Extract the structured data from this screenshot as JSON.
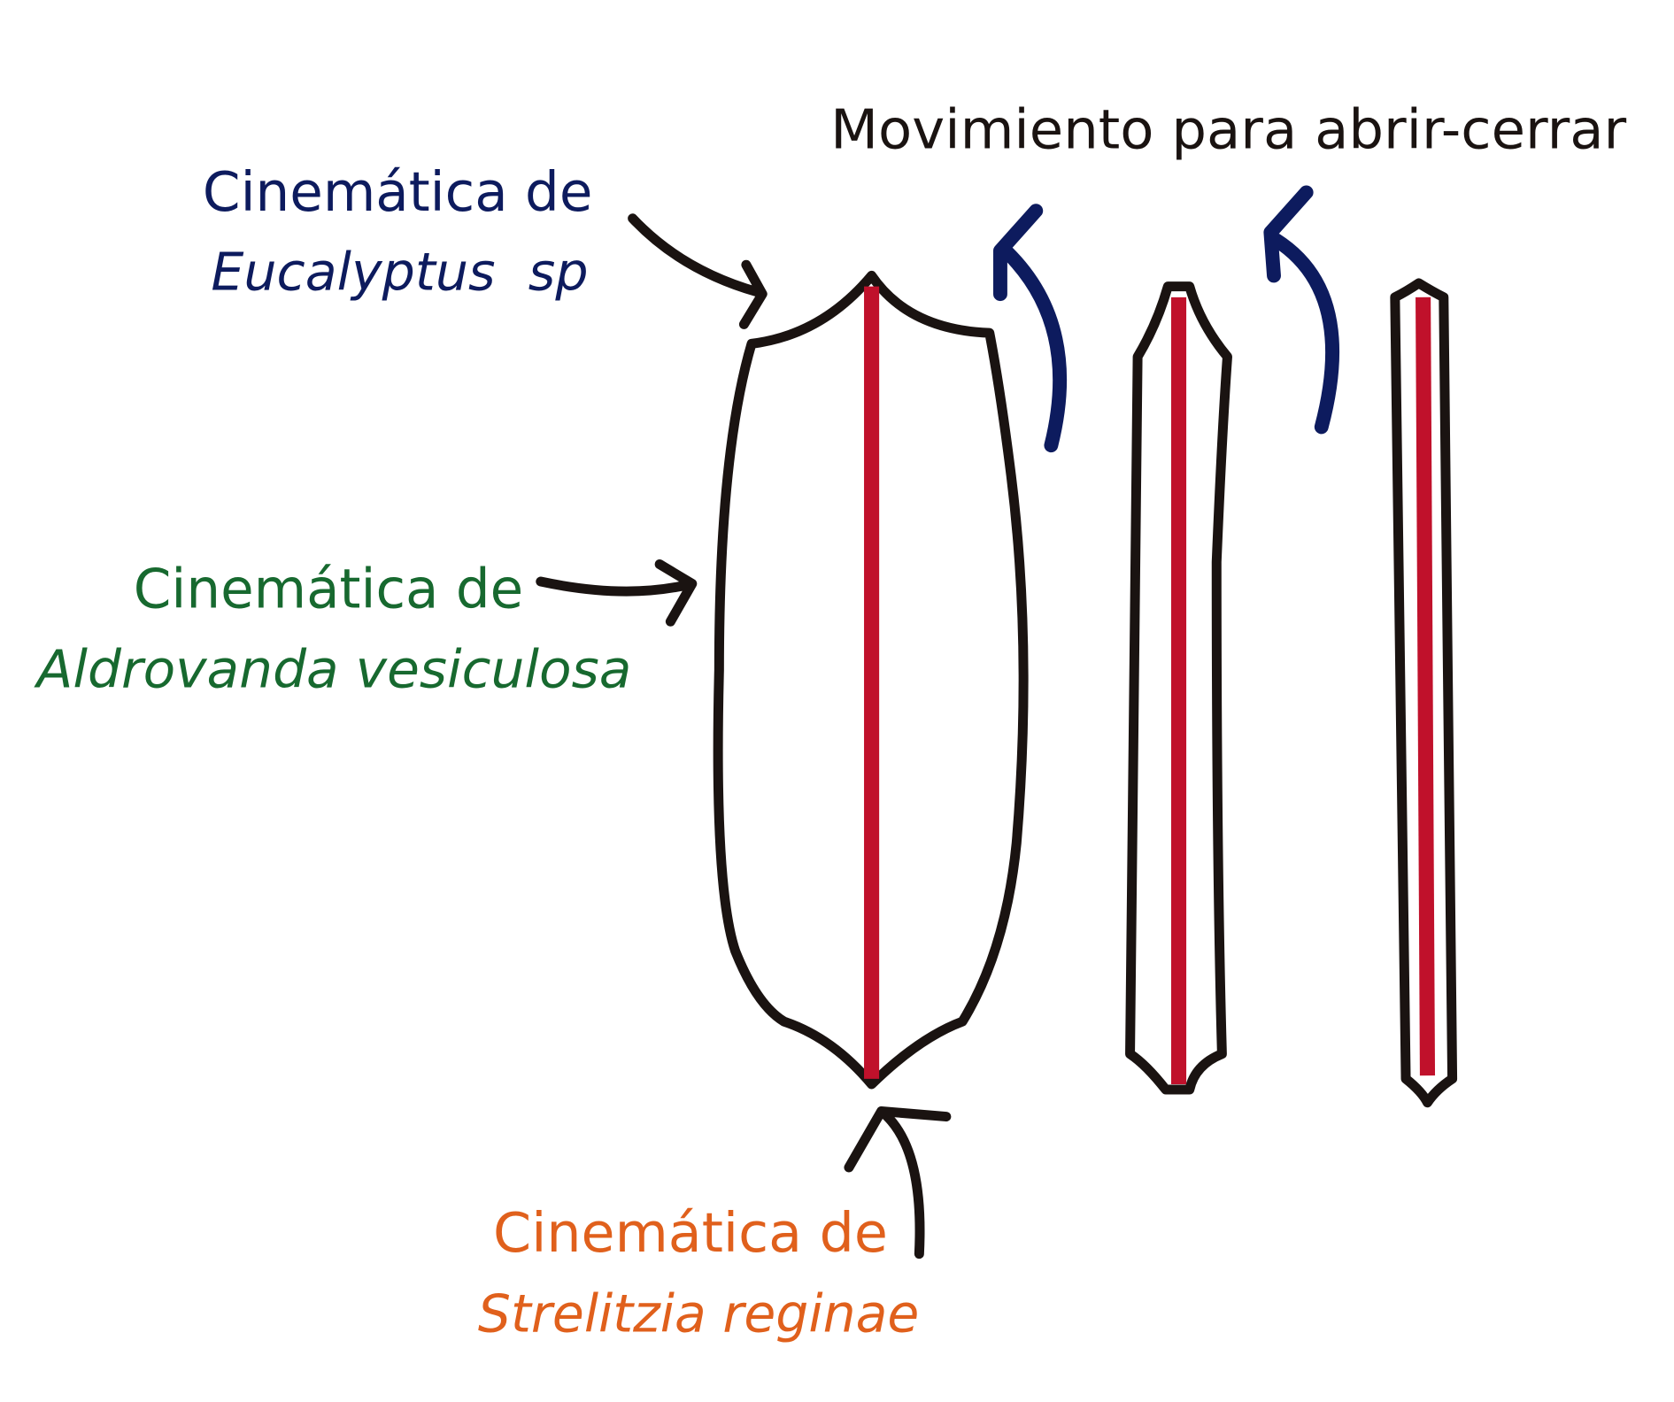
{
  "title": "Movimiento para abrir-cerrar",
  "labels": {
    "eucalyptus": {
      "line1": "Cinemática de",
      "line2": "Eucalyptus  sp",
      "color": "#0d1b5e"
    },
    "aldrovanda": {
      "line1": "Cinemática de",
      "line2": "Aldrovanda vesiculosa",
      "color": "#17692f"
    },
    "strelitzia": {
      "line1": "Cinemática de",
      "line2": "Strelitzia reginae",
      "color": "#e0601c"
    }
  },
  "colors": {
    "outline": "#1a1311",
    "midrib": "#c0112b",
    "motion_arrow": "#0d1b5e"
  }
}
